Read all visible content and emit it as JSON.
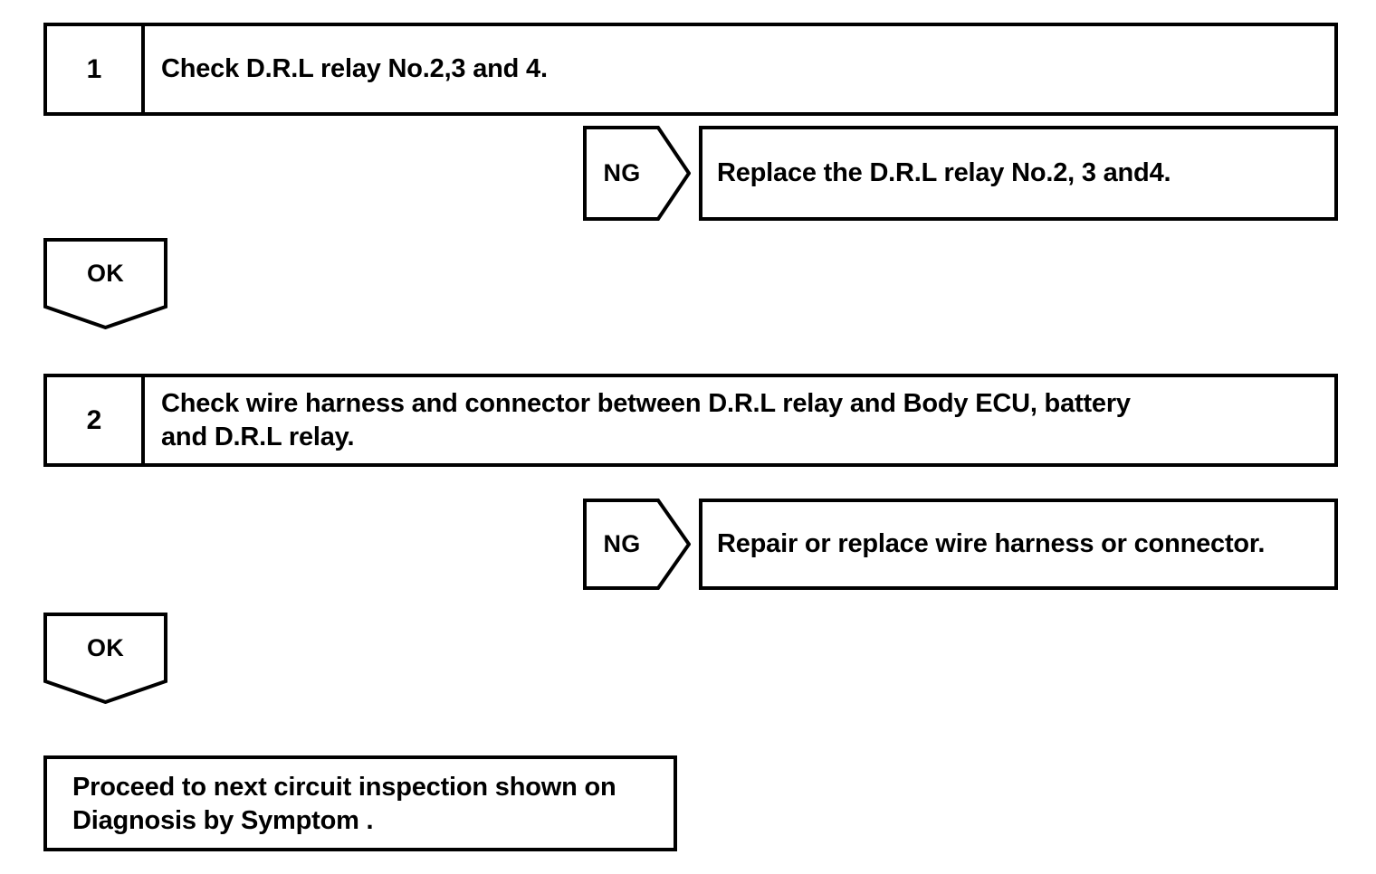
{
  "diagram": {
    "type": "troubleshooting-flowchart",
    "ink_color": "#000000",
    "background_color": "#ffffff",
    "steps": [
      {
        "number": "1",
        "text": "Check D.R.L relay No.2,3 and 4.",
        "branch": {
          "label": "NG",
          "result": "Replace the D.R.L relay No.2, 3 and4."
        },
        "pass": {
          "label": "OK"
        }
      },
      {
        "number": "2",
        "text_line1": "Check wire harness and connector between D.R.L relay and Body ECU, battery",
        "text_line2": "and D.R.L relay.",
        "branch": {
          "label": "NG",
          "result": "Repair or replace wire harness or connector."
        },
        "pass": {
          "label": "OK"
        }
      }
    ],
    "final": {
      "line1": "Proceed to next circuit inspection shown on",
      "line2": "Diagnosis by Symptom ."
    }
  }
}
